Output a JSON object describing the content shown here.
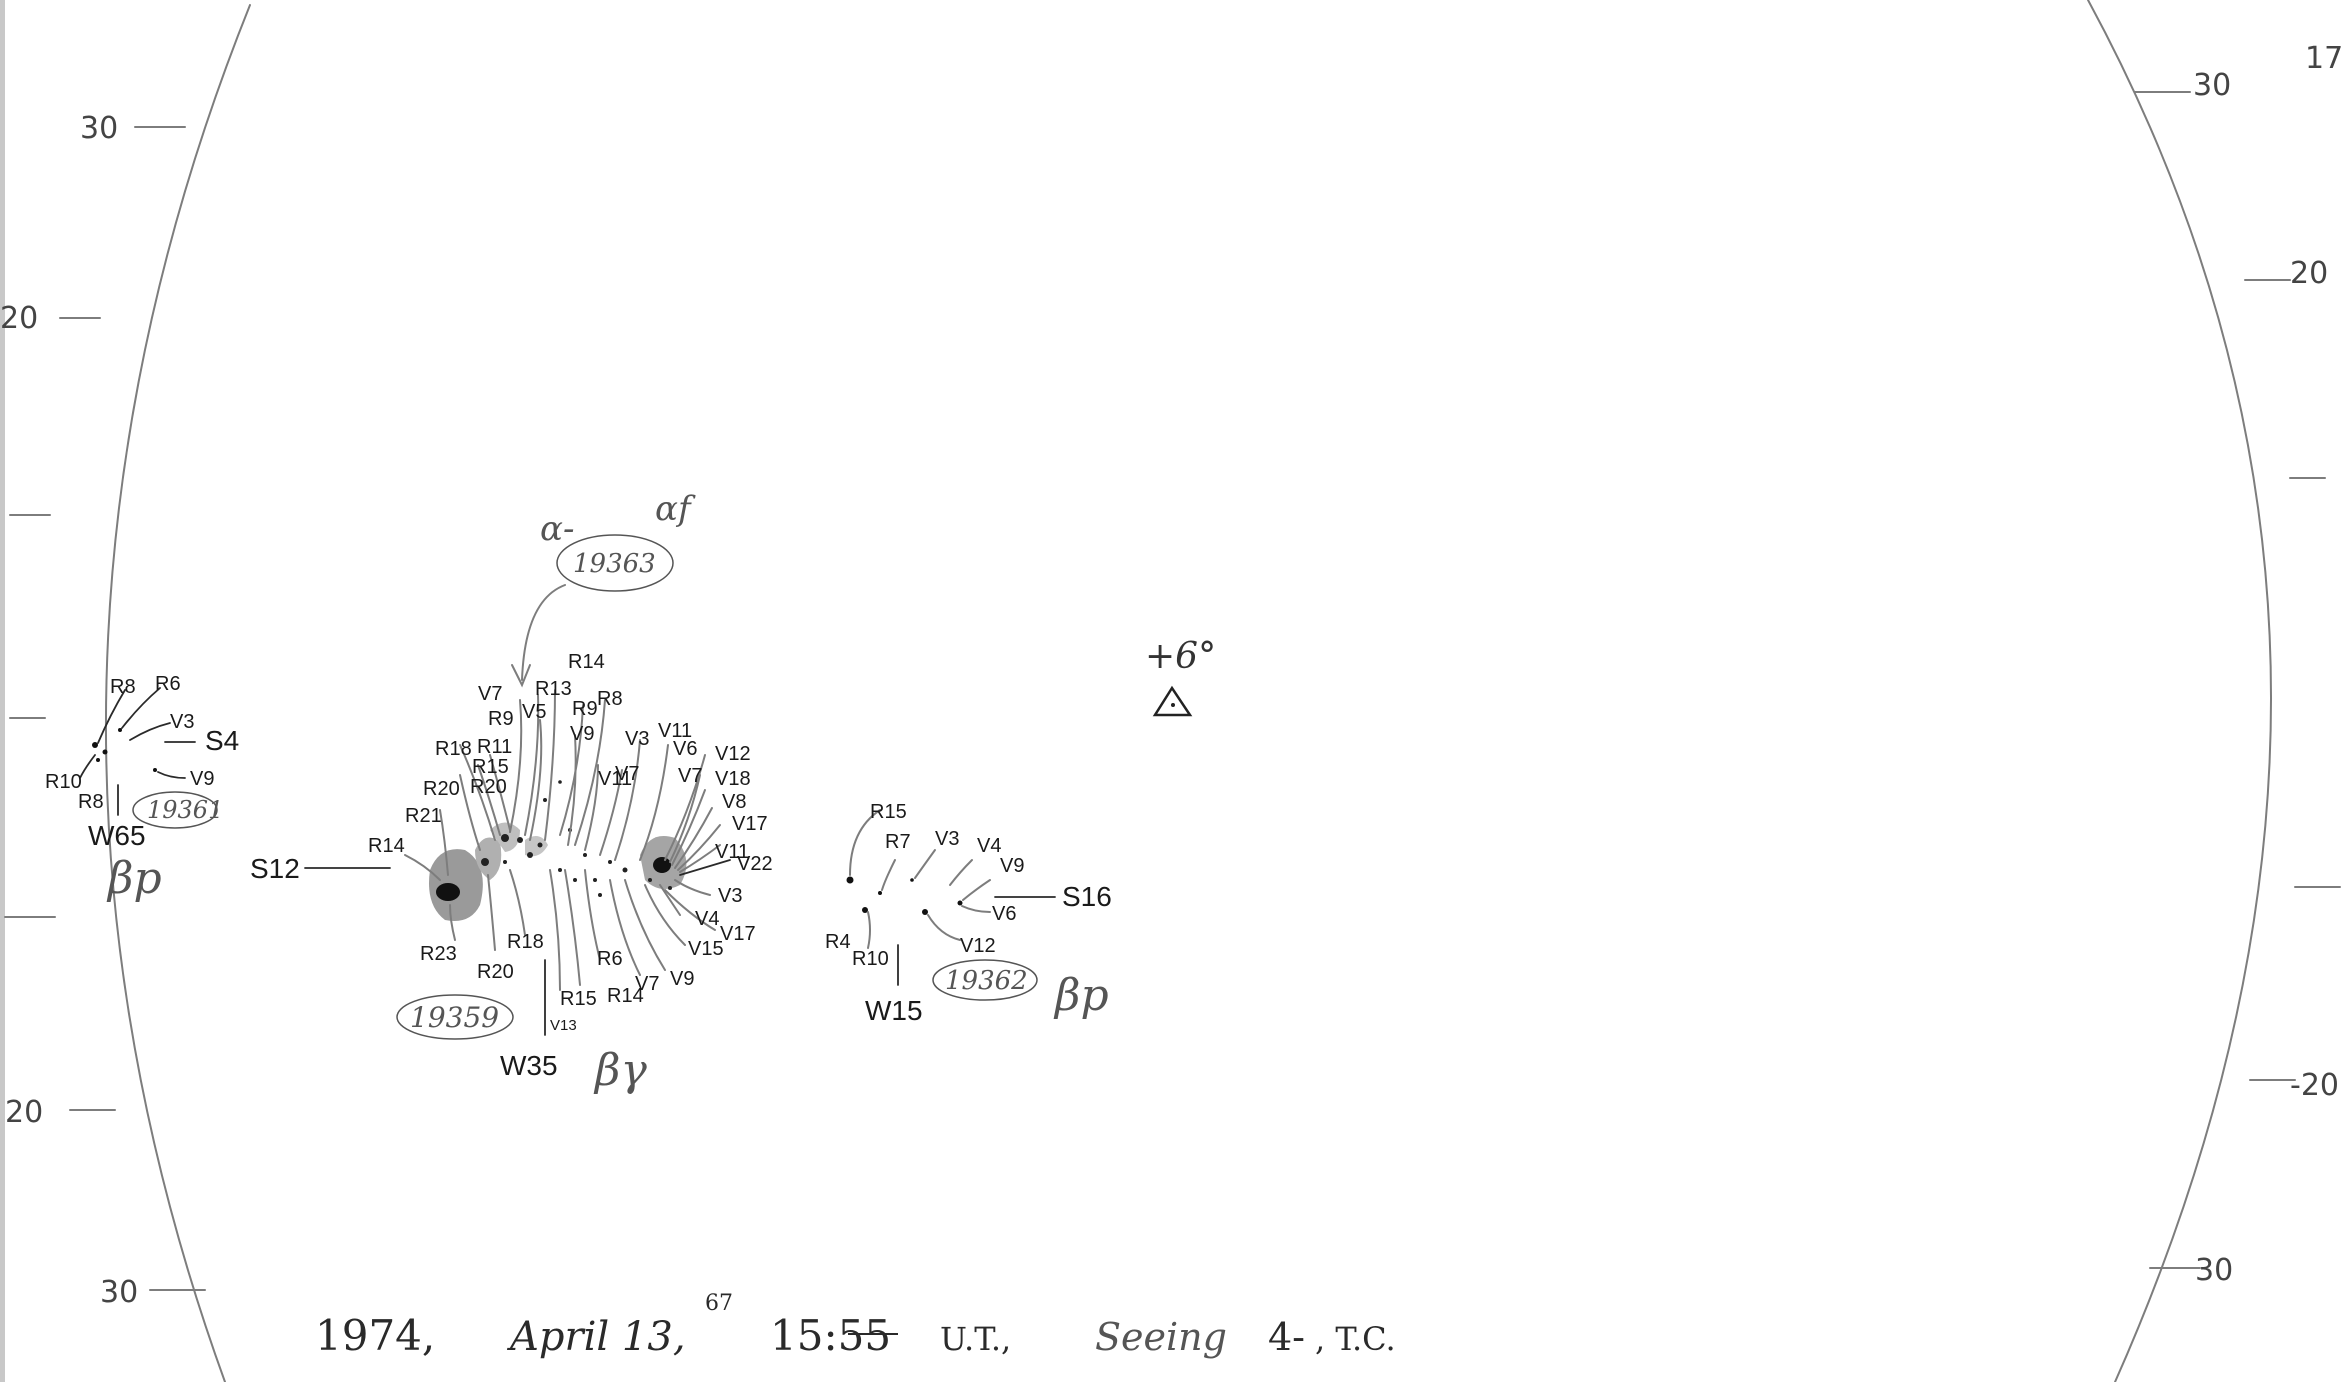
{
  "scale_left": [
    "30",
    "20",
    "20",
    "30"
  ],
  "scale_right": [
    "30",
    "20",
    "-20",
    "30",
    "17"
  ],
  "groups": {
    "g19361": {
      "number": "19361",
      "class": "βp",
      "position": "W65",
      "labels": [
        "R8",
        "R6",
        "V3",
        "S4",
        "V9",
        "R10",
        "R8"
      ]
    },
    "g19359": {
      "number": "19359",
      "class": "βγ",
      "position": "W35",
      "S_label": "S12",
      "labels": [
        "V7",
        "R13",
        "R14",
        "R9",
        "V5",
        "R9",
        "R8",
        "V9",
        "R18",
        "R11",
        "R15",
        "R20",
        "R20",
        "V11",
        "V7",
        "V3",
        "V11",
        "V6",
        "V12",
        "V7",
        "V18",
        "V8",
        "V17",
        "R21",
        "R14",
        "V11",
        "V22",
        "V3",
        "V4",
        "V17",
        "V15",
        "V9",
        "V7",
        "R14",
        "R15",
        "R6",
        "R18",
        "R20",
        "R23",
        "V13"
      ]
    },
    "g19363": {
      "number": "19363",
      "class_p": "α-",
      "class_f": "αf"
    },
    "g19362": {
      "number": "19362",
      "class": "βp",
      "position": "W15",
      "labels": [
        "R15",
        "R7",
        "V3",
        "V4",
        "V9",
        "S16",
        "V6",
        "V12",
        "R4",
        "R10"
      ]
    }
  },
  "plage_mark": "+6°",
  "caption": {
    "year": "1974,",
    "date": "April 13,",
    "fraction": "67",
    "time": "15:55",
    "ut": "U.T.,",
    "seeing_word": "Seeing",
    "seeing_val": "4-",
    "observer": ", T.C."
  }
}
